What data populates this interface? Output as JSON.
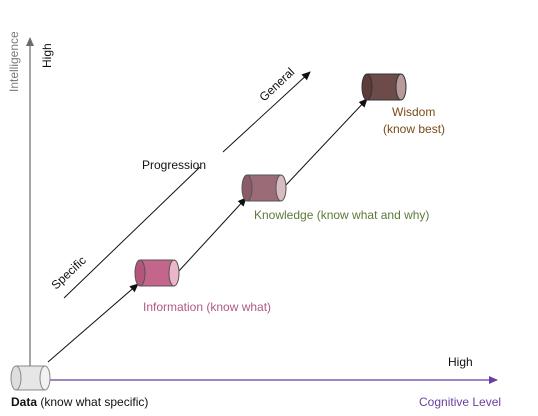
{
  "axes": {
    "y_title": "Intelligence",
    "y_high": "High",
    "x_title": "Cognitive Level",
    "x_high": "High"
  },
  "progression": {
    "specific": "Specific",
    "label": "Progression",
    "general": "General"
  },
  "nodes": {
    "data": {
      "bold": "Data",
      "rest": " (know what specific)"
    },
    "information": "Information (know what)",
    "knowledge": "Knowledge (know what and why)",
    "wisdom_line1": "Wisdom",
    "wisdom_line2": "(know best)"
  },
  "colors": {
    "y_axis": "#6b6b6b",
    "x_axis": "#6b3fa0",
    "information_text": "#b05a86",
    "knowledge_text": "#5a7a3a",
    "wisdom_text": "#7a4a1a",
    "cyl_data": "#e6e6e6",
    "cyl_information": "#c4658c",
    "cyl_knowledge": "#9b6b78",
    "cyl_wisdom": "#6e4b4b"
  }
}
